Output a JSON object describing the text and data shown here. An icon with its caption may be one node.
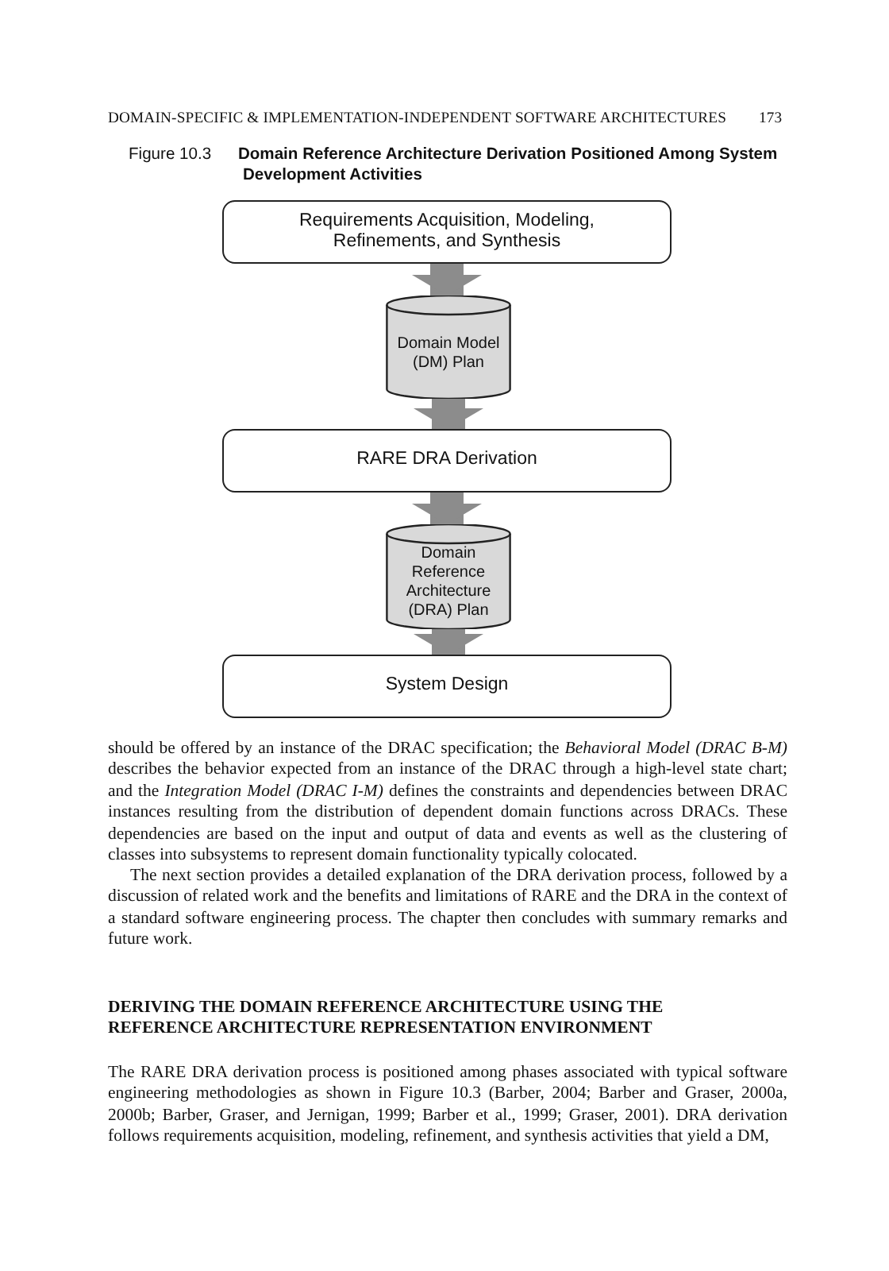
{
  "diagram": {
    "title": "Figure 10.3 **Domain Reference Architecture Derivation Positioned Among System Development Activities**",
    "nodes": [
      {
        "text": [
          "Requirements Acquisition, Modeling, Refinements, and Synthesis"
        ]
      },
      {
        "text": [
          "Domain Model (DM) Plan"
        ]
      },
      {
        "text": [
          "RARE DRA Derivation"
        ]
      },
      {
        "text": [
          "Domain Reference Architecture (DRA) Plan"
        ]
      },
      {
        "text": [
          "System Design"
        ]
      }
    ],
    "edges": [
      {
        "from": 0,
        "to": 1,
        "arrow": "to"
      },
      {
        "from": 1,
        "to": 2,
        "arrow": "to"
      },
      {
        "from": 2,
        "to": 3,
        "arrow": "to"
      },
      {
        "from": 3,
        "to": 4,
        "arrow": "to"
      }
    ],
    "labels": [
      "DOMAIN-SPECIFIC & IMPLEMENTATION-INDEPENDENT SOFTWARE ARCHITECTURES",
      "173",
      "should be offered by an instance of the DRAC specification; the *Behavioral Model (DRAC B-M)* describes the behavior expected from an instance of the DRAC through a high-level state chart; and the *Integration Model (DRAC I-M)* defines the constraints and dependencies between DRAC instances resulting from the distribution of dependent domain functions across DRACs. These dependencies are based on the input and output of data and events as well as the clustering of classes into subsystems to represent domain functionality typically colocated.",
      "The next section provides a detailed explanation of the DRA derivation process, followed by a discussion of related work and the benefits and limitations of RARE and the DRA in the context of a standard software engineering process. The chapter then concludes with summary remarks and future work.",
      "DERIVING THE DOMAIN REFERENCE ARCHITECTURE USING THE REFERENCE ARCHITECTURE REPRESENTATION ENVIRONMENT",
      "The RARE DRA derivation process is positioned among phases associated with typical software engineering methodologies as shown in Figure 10.3 (Barber, 2004; Barber and Graser, 2000a, 2000b; Barber, Graser, and Jernigan, 1999; Barber et al., 1999; Graser, 2001). DRA derivation follows requirements acquisition, modeling, refinement, and synthesis activities that yield a DM,"
    ]
  }
}
